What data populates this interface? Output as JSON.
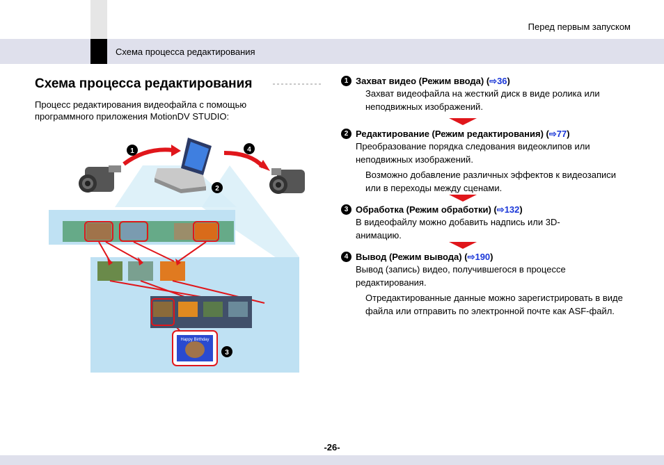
{
  "header": {
    "chapter": "Перед первым запуском",
    "section": "Схема процесса редактирования"
  },
  "main": {
    "title": "Схема процесса редактирования",
    "intro": "Процесс редактирования видеофайла с помощью программного приложения MotionDV STUDIO:"
  },
  "diagram": {
    "markers": [
      "1",
      "2",
      "3",
      "4"
    ],
    "clip_caption": "Happy Birthday"
  },
  "steps": [
    {
      "number": "1",
      "title": "Захват видео (Режим ввода) (",
      "ref": "36",
      "close": ")",
      "lines": [],
      "indented": [
        "Захват видеофайла на жесткий диск в виде ролика или неподвижных изображений."
      ]
    },
    {
      "number": "2",
      "title": "Редактирование (Режим редактирования) (",
      "ref": "77",
      "close": ")",
      "lines": [
        "Преобразование порядка следования видеоклипов или неподвижных изображений."
      ],
      "indented": [
        "Возможно добавление различных эффектов к видеозаписи или в переходы между сценами."
      ]
    },
    {
      "number": "3",
      "title": "Обработка (Режим обработки) (",
      "ref": "132",
      "close": ")",
      "lines": [
        "В видеофайлу можно добавить надпись или 3D-анимацию."
      ],
      "indented": []
    },
    {
      "number": "4",
      "title": "Вывод (Режим вывода) (",
      "ref": "190",
      "close": ")",
      "lines": [
        "Вывод (запись) видео, получившегося в процессе редактирования."
      ],
      "indented": [
        "Отредактированные данные можно зарегистрировать в виде файла или отправить по электронной почте как ASF-файл."
      ]
    }
  ],
  "ref_arrow_glyph": "⇨",
  "footer": {
    "page": "-26-"
  },
  "colors": {
    "accent_red": "#e0161b",
    "link_blue": "#1a37d8",
    "band": "#dfe0ec",
    "panel": "#bfe1f3"
  }
}
